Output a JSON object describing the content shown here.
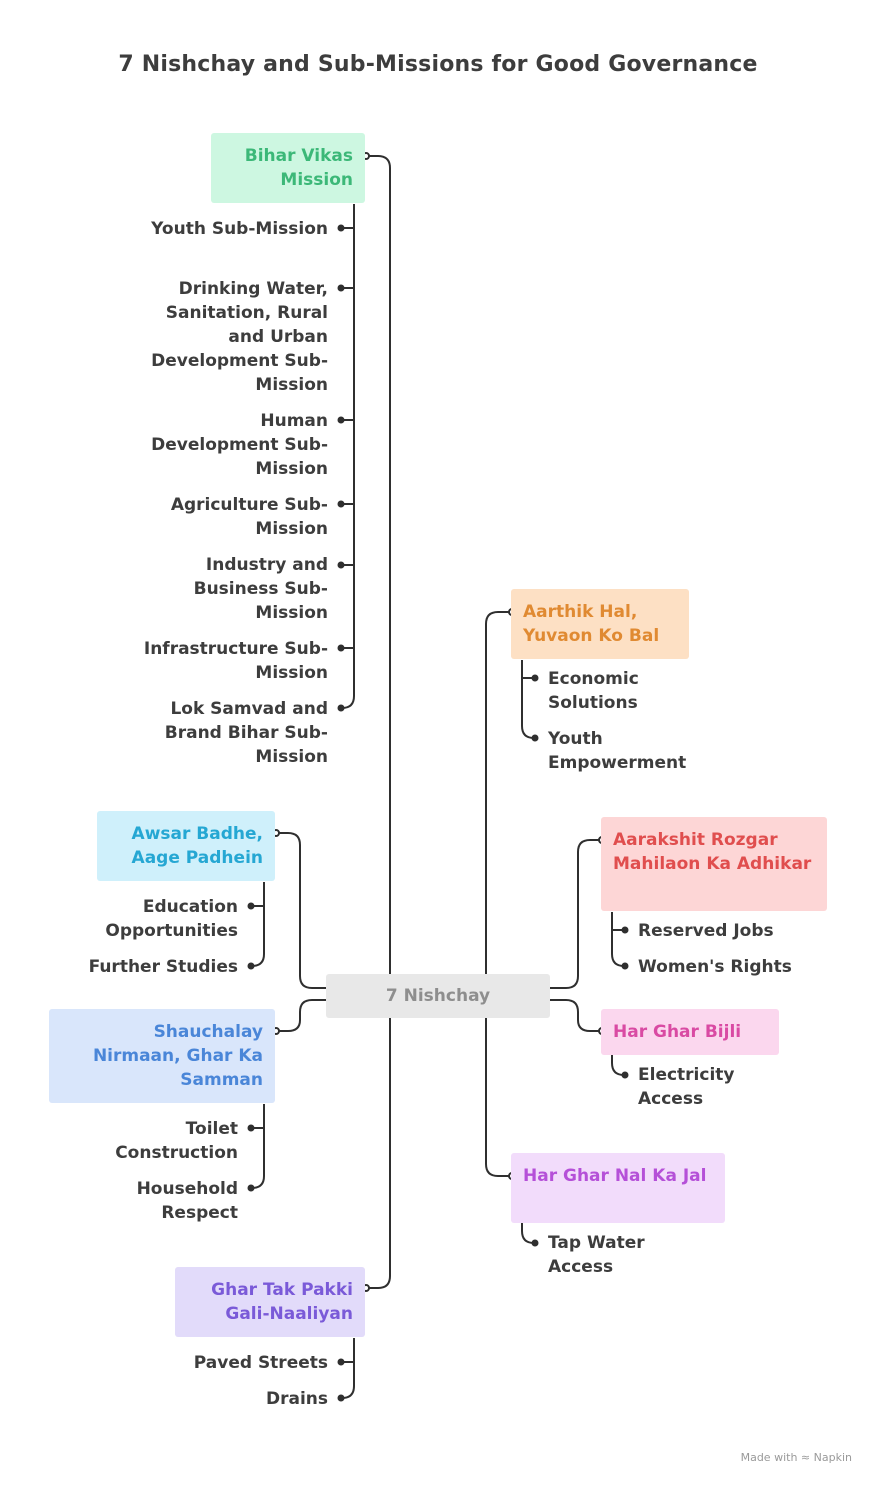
{
  "title": "7 Nishchay and Sub-Missions for Good Governance",
  "center": "7 Nishchay",
  "nodes": [
    {
      "id": "bihar",
      "label": "Bihar Vikas Mission",
      "color": "#3cb878",
      "bg": "#cdf7e1",
      "subs": [
        "Youth Sub-Mission",
        "Drinking Water, Sanitation, Rural and Urban Development Sub-Mission",
        "Human Development Sub-Mission",
        "Agriculture Sub-Mission",
        "Industry and Business Sub-Mission",
        "Infrastructure Sub-Mission",
        "Lok Samvad and Brand Bihar Sub-Mission"
      ]
    },
    {
      "id": "aarthik",
      "label": "Aarthik Hal, Yuvaon Ko Bal",
      "color": "#e08a32",
      "bg": "#fde0c4",
      "subs": [
        "Economic Solutions",
        "Youth Empowerment"
      ]
    },
    {
      "id": "awsar",
      "label": "Awsar Badhe, Aage Padhein",
      "color": "#25a7d3",
      "bg": "#cff0fb",
      "subs": [
        "Education Opportunities",
        "Further Studies"
      ]
    },
    {
      "id": "aarakshit",
      "label": "Aarakshit Rozgar Mahilaon Ka Adhikar",
      "color": "#e04e4e",
      "bg": "#fdd6d6",
      "subs": [
        "Reserved Jobs",
        "Women's Rights"
      ]
    },
    {
      "id": "shauchalay",
      "label": "Shauchalay Nirmaan, Ghar Ka Samman",
      "color": "#4a86d8",
      "bg": "#d9e6fb",
      "subs": [
        "Toilet Construction",
        "Household Respect"
      ]
    },
    {
      "id": "bijli",
      "label": "Har Ghar Bijli",
      "color": "#d94aa3",
      "bg": "#fbd7ee",
      "subs": [
        "Electricity Access"
      ]
    },
    {
      "id": "nal",
      "label": "Har Ghar Nal Ka Jal",
      "color": "#b550d8",
      "bg": "#f2dcfb",
      "subs": [
        "Tap Water Access"
      ]
    },
    {
      "id": "gali",
      "label": "Ghar Tak Pakki Gali-Naaliyan",
      "color": "#7a5ad8",
      "bg": "#e2dbfa",
      "subs": [
        "Paved Streets",
        "Drains"
      ]
    }
  ],
  "footer": {
    "made_with": "Made with",
    "icon": "napkin-icon",
    "brand": "Napkin"
  }
}
